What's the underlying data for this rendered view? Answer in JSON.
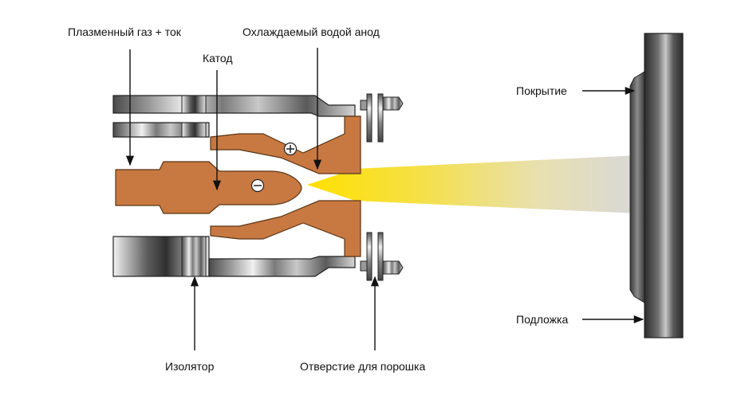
{
  "labels": {
    "plasma_gas": "Плазменный газ + ток",
    "anode": "Охлаждаемый водой анод",
    "cathode": "Катод",
    "coating": "Покрытие",
    "substrate": "Подложка",
    "insulator": "Изолятор",
    "powder_port": "Отверстие для порошка"
  },
  "symbols": {
    "plus": "plus-sign-icon",
    "minus": "minus-sign-icon"
  },
  "colors": {
    "copper": "#C87941",
    "copper_dark": "#7A4A22",
    "steel_dark": "#3a3a3a",
    "steel_light": "#e6e6e6",
    "jet_core": "#FFE000",
    "substrate": "#3b3b3b"
  }
}
